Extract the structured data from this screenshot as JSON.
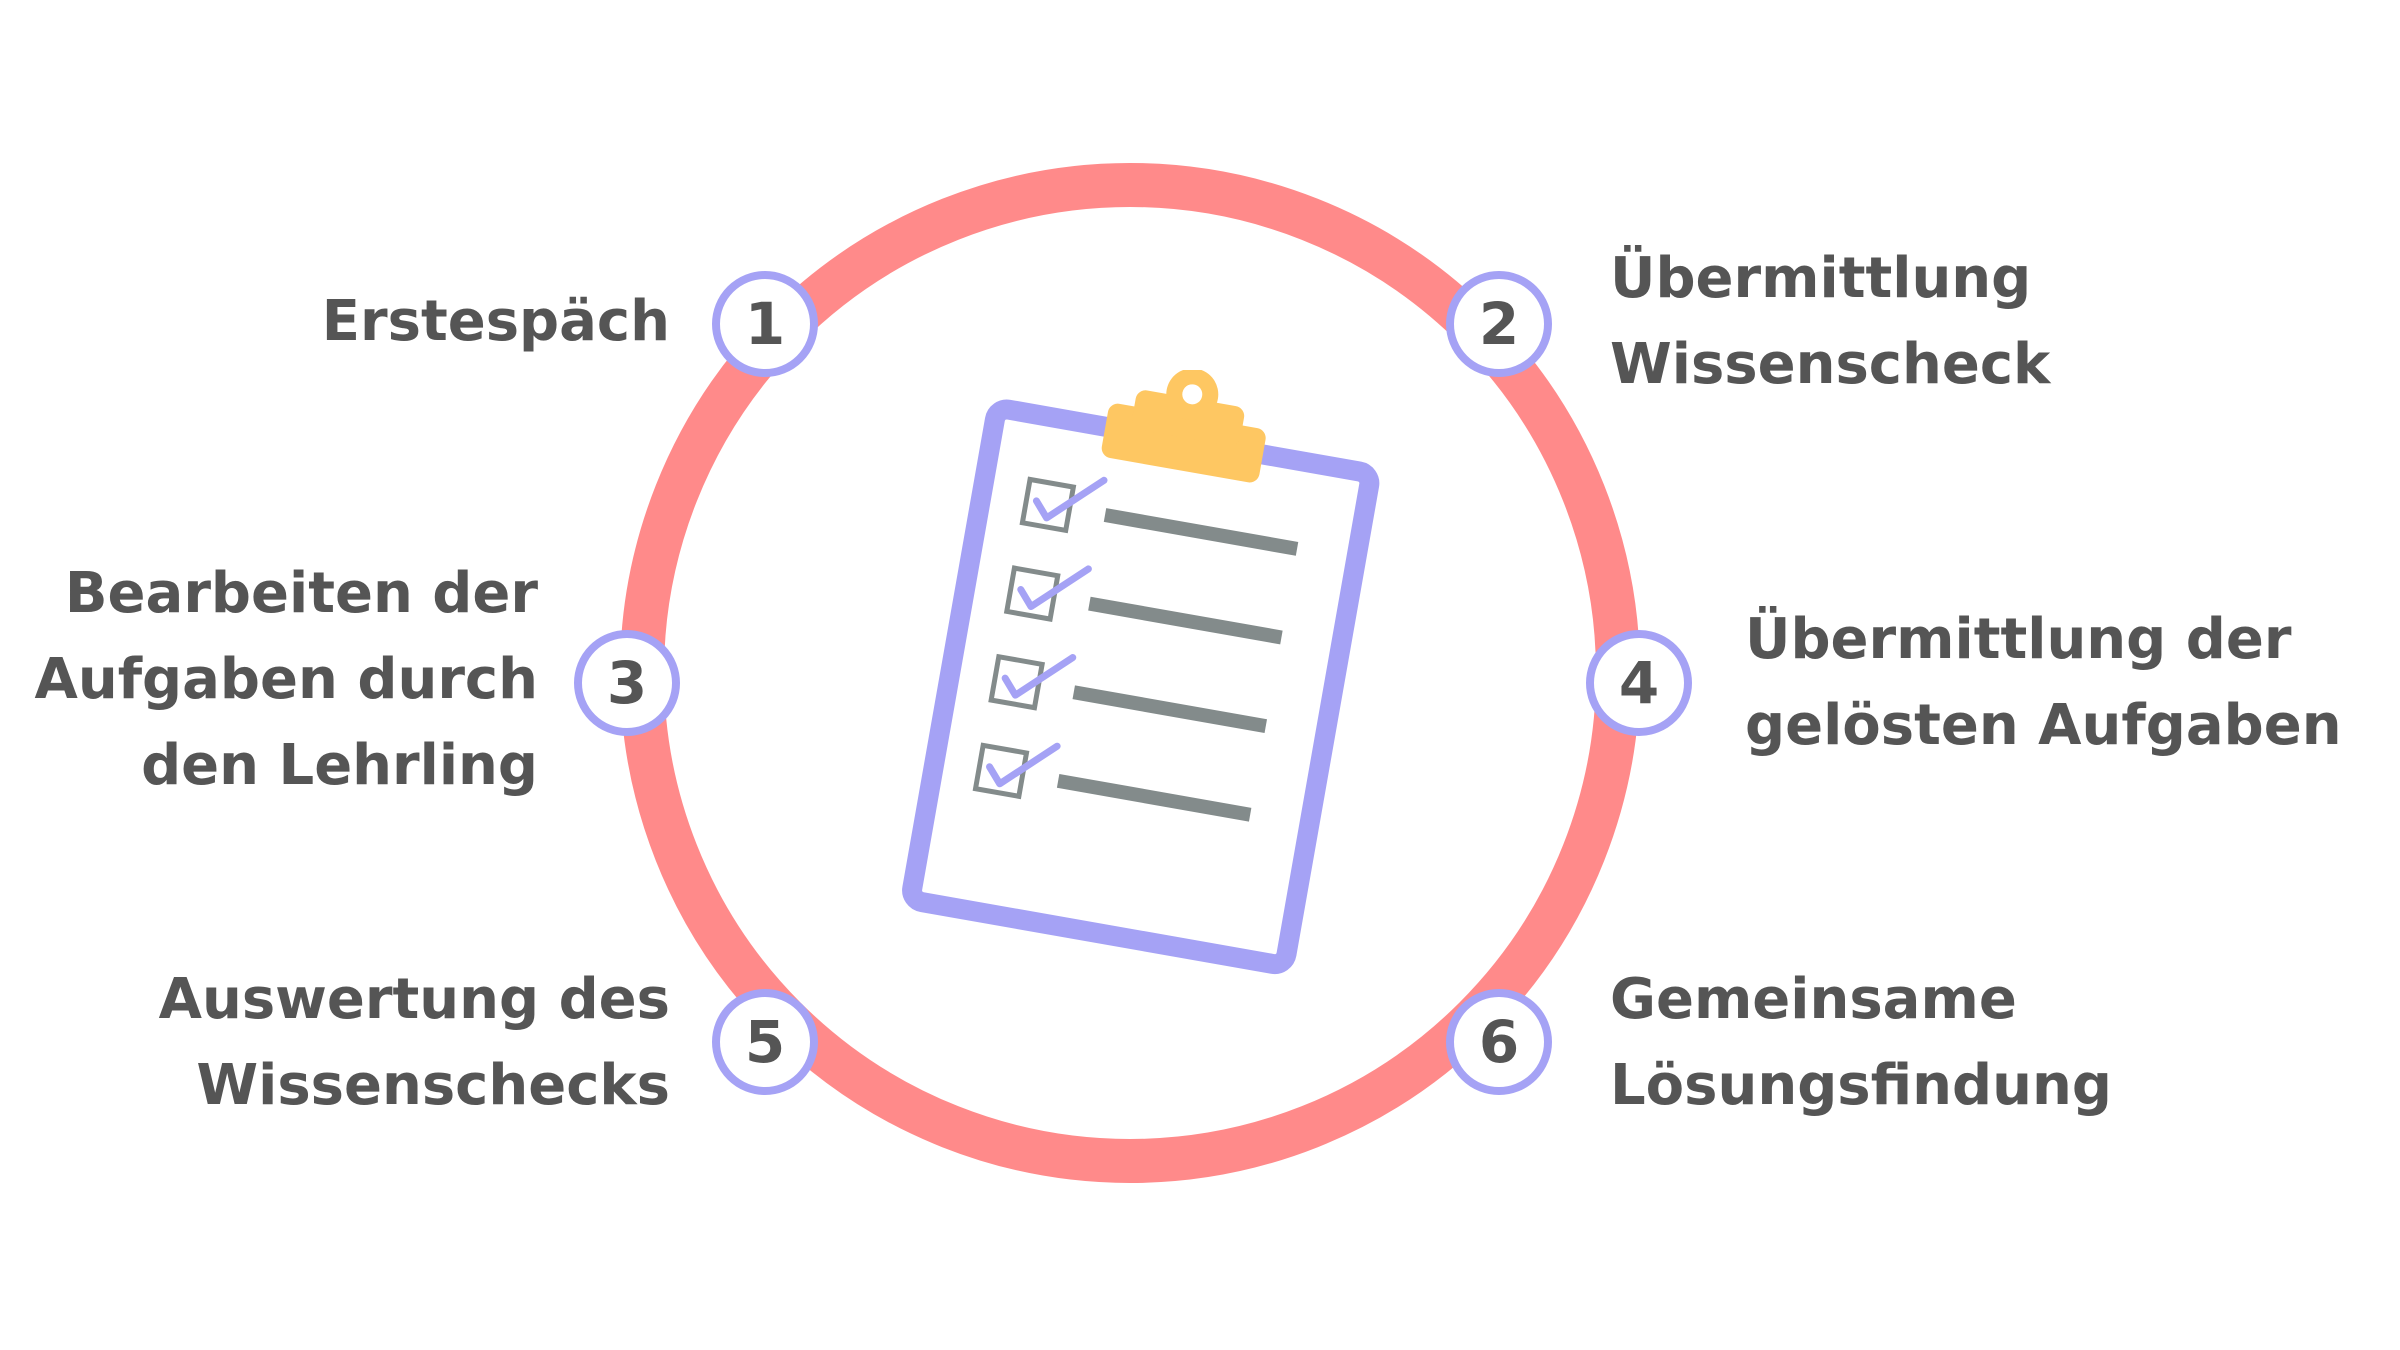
{
  "diagram": {
    "center_icon": "clipboard-checklist-icon",
    "colors": {
      "ring": "#ff8a8a",
      "step_circle_border": "#a5a2f5",
      "text": "#555555",
      "clipboard_frame": "#a5a2f5",
      "clipboard_clip": "#fec762",
      "checklist_lines": "#838b8b"
    },
    "steps": [
      {
        "number": "1",
        "label": "Erstespäch"
      },
      {
        "number": "2",
        "label": "Übermittlung\nWissenscheck"
      },
      {
        "number": "3",
        "label": "Bearbeiten der\nAufgaben durch\nden Lehrling"
      },
      {
        "number": "4",
        "label": "Übermittlung der\ngelösten Aufgaben"
      },
      {
        "number": "5",
        "label": "Auswertung des\nWissenschecks"
      },
      {
        "number": "6",
        "label": "Gemeinsame\nLösungsfindung"
      }
    ]
  }
}
